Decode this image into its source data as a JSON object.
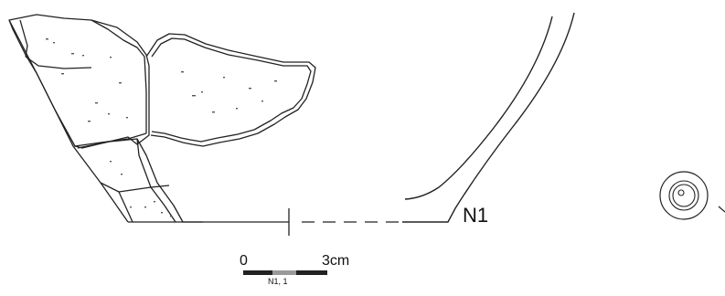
{
  "figure": {
    "sherd_label": "N1",
    "scale_bar": {
      "start_label": "0",
      "end_label": "3cm",
      "caption": "N1, 1"
    }
  },
  "colors": {
    "line": "#222222",
    "scale_gray": "#9a9a9a",
    "background": "#ffffff"
  }
}
